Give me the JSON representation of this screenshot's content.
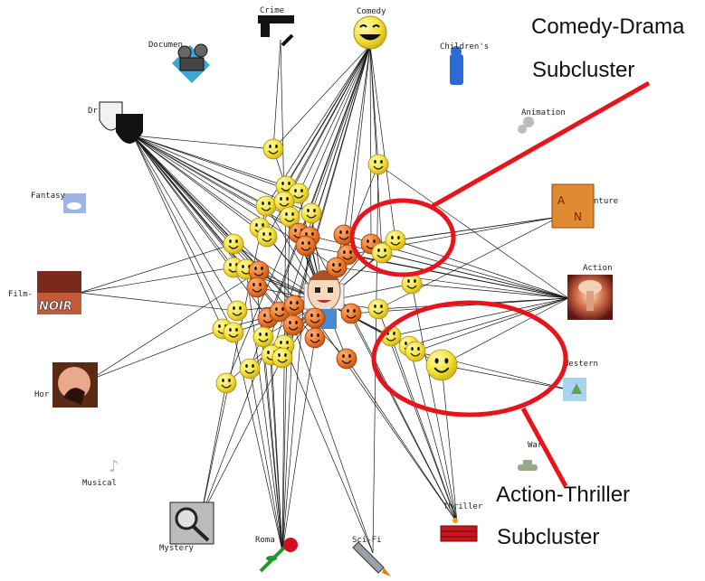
{
  "callouts": {
    "comedy_drama": {
      "line1": "Comedy-Drama",
      "line2": "Subcluster"
    },
    "action_thriller": {
      "line1": "Action-Thriller",
      "line2": "Subcluster"
    }
  },
  "genres": {
    "crime": "Crime",
    "comedy": "Comedy",
    "documentary": "Documen",
    "childrens": "Children's",
    "drama": "Dr",
    "animation": "Animation",
    "fantasy": "Fantasy",
    "adventure": "nture",
    "action": "Action",
    "film_noir": "Film-",
    "noir_badge": "NOIR",
    "western": "Western",
    "horror": "Hor",
    "war": "War",
    "musical": "Musical",
    "thriller": "Thriller",
    "mystery": "Mystery",
    "romance": "Roma",
    "scifi": "Sci-Fi"
  },
  "colors": {
    "highlight_red": "#e8141c",
    "smiley_yellow": "#f4e23a",
    "smiley_orange": "#ef7a2a",
    "edge": "#1a1a1a"
  }
}
